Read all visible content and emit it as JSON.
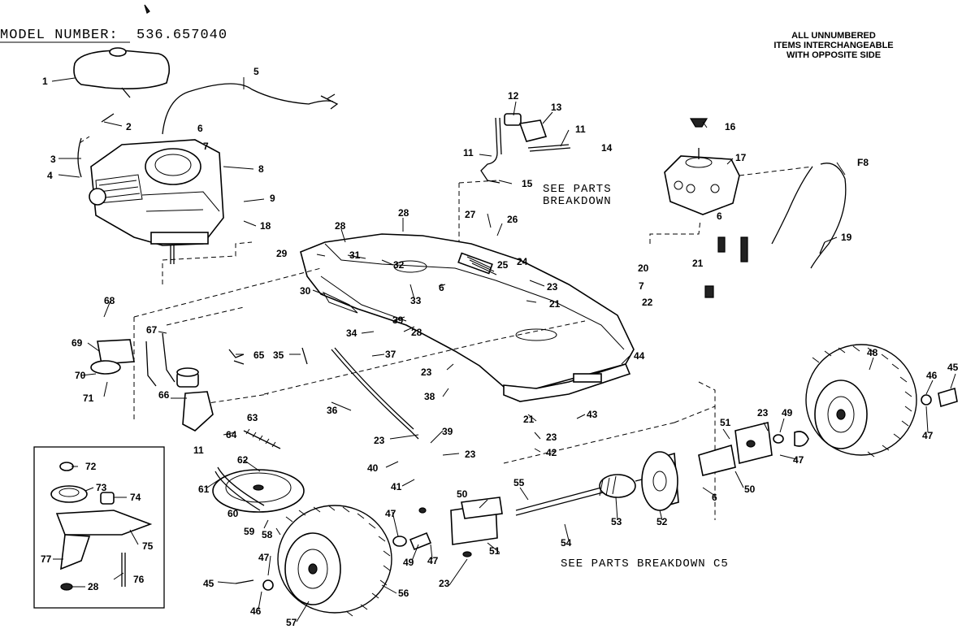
{
  "header": {
    "model_label": "MODEL NUMBER:",
    "model_number": "536.657040",
    "note_lines": [
      "ALL UNNUMBERED",
      "ITEMS INTERCHANGEABLE",
      "WITH OPPOSITE SIDE"
    ]
  },
  "references": {
    "see_parts_1": "SEE PARTS",
    "see_parts_2": "BREAKDOWN",
    "see_parts_c5": "SEE PARTS BREAKDOWN C5"
  },
  "callouts": [
    "1",
    "2",
    "3",
    "4",
    "5",
    "6",
    "7",
    "8",
    "9",
    "18",
    "12",
    "13",
    "11",
    "14",
    "11",
    "15",
    "16",
    "17",
    "F8",
    "19",
    "6",
    "27",
    "26",
    "28",
    "24",
    "25",
    "20",
    "21",
    "7",
    "22",
    "28",
    "29",
    "31",
    "32",
    "33",
    "6",
    "23",
    "21",
    "30",
    "39",
    "28",
    "34",
    "37",
    "35",
    "65",
    "67",
    "68",
    "69",
    "70",
    "71",
    "66",
    "44",
    "23",
    "38",
    "36",
    "21",
    "43",
    "23",
    "42",
    "23",
    "39",
    "23",
    "40",
    "41",
    "64",
    "11",
    "63",
    "62",
    "61",
    "60",
    "59",
    "58",
    "72",
    "73",
    "74",
    "75",
    "76",
    "77",
    "28",
    "48",
    "45",
    "46",
    "47",
    "49",
    "23",
    "51",
    "47",
    "50",
    "6",
    "52",
    "55",
    "53",
    "54",
    "50",
    "51",
    "47",
    "49",
    "47",
    "23",
    "45",
    "47",
    "46",
    "56",
    "57"
  ]
}
